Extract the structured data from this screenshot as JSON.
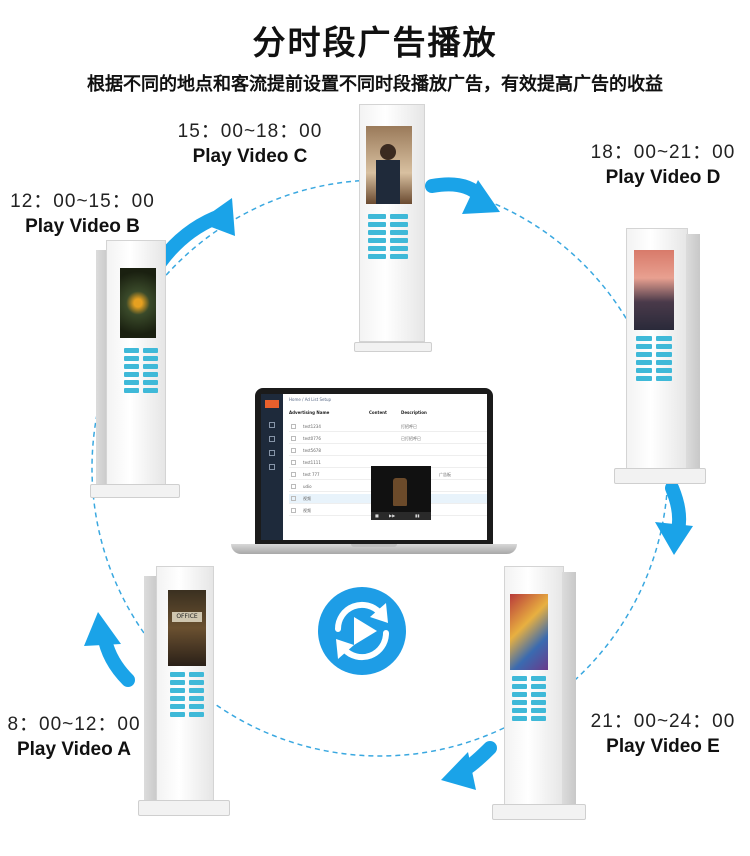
{
  "header": {
    "title": "分时段广告播放",
    "subtitle": "根据不同的地点和客流提前设置不同时段播放广告，有效提高广告的收益"
  },
  "slots": [
    {
      "id": "A",
      "time": "8：00~12：00",
      "label": "Play Video A"
    },
    {
      "id": "B",
      "time": "12：00~15：00",
      "label": "Play Video B"
    },
    {
      "id": "C",
      "time": "15：00~18：00",
      "label": "Play Video C"
    },
    {
      "id": "D",
      "time": "18：00~21：00",
      "label": "Play Video D"
    },
    {
      "id": "E",
      "time": "21：00~24：00",
      "label": "Play Video E"
    }
  ],
  "laptop": {
    "breadcrumb": "Home / Ad List   Setup",
    "columns": [
      "Advertising Name",
      "Content",
      "Description"
    ],
    "rows": [
      {
        "name": "test1234",
        "desc": "打招呼已"
      },
      {
        "name": "test0776",
        "desc": "已打招呼已"
      },
      {
        "name": "test5678",
        "desc": ""
      },
      {
        "name": "test1111",
        "desc": ""
      },
      {
        "name": "test 777",
        "desc": "广告板"
      },
      {
        "name": "udio",
        "desc": ""
      },
      {
        "name": "视频",
        "desc": ""
      },
      {
        "name": "视频",
        "desc": ""
      }
    ]
  },
  "colors": {
    "arrow": "#1aa3e8",
    "dash": "#3aa8e0",
    "slotLed": "#3fb9d8",
    "refresh": "#1e9de6"
  },
  "icons": {
    "center": "refresh-play-icon"
  }
}
